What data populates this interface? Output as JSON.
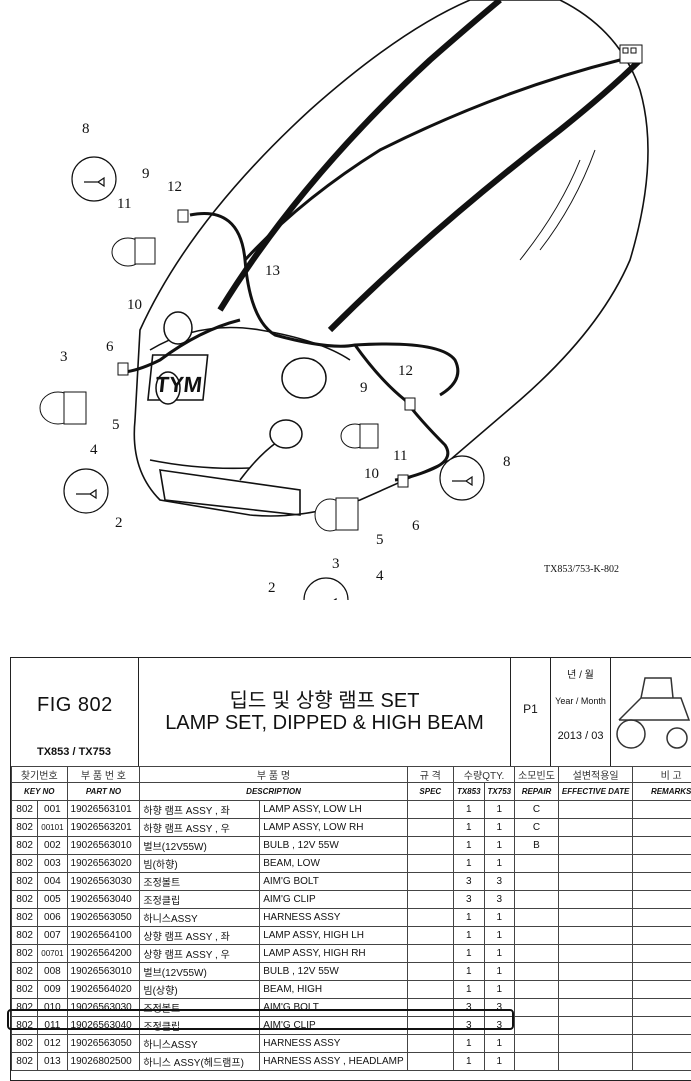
{
  "diagram": {
    "reference_code": "TX853/753-K-802",
    "callouts": [
      "8",
      "9",
      "11",
      "12",
      "10",
      "13",
      "3",
      "6",
      "5",
      "4",
      "2",
      "9",
      "12",
      "10",
      "11",
      "8",
      "6",
      "5",
      "3",
      "4",
      "2"
    ],
    "logo_text": "TYM"
  },
  "header": {
    "figure": "FIG 802",
    "models": "TX853 / TX753",
    "title_ko": "딥드 및 상향 램프 SET",
    "title_en": "LAMP SET, DIPPED & HIGH BEAM",
    "page": "P1",
    "year_month_ko": "년 / 월",
    "year_month_en": "Year / Month",
    "year_month_value": "2013 / 03"
  },
  "columns": {
    "ko": {
      "key": "찾기번호",
      "part": "부 품 번 호",
      "desc": "부 품 명",
      "spec": "규 격",
      "qty": "수량QTY.",
      "repair": "소모빈도",
      "date": "설변적용일",
      "remarks": "비 고"
    },
    "en": {
      "key": "KEY NO",
      "part": "PART NO",
      "desc": "DESCRIPTION",
      "spec": "SPEC",
      "tx853": "TX853",
      "tx753": "TX753",
      "repair": "REPAIR",
      "date": "EFFECTIVE DATE",
      "remarks": "REMARKS"
    }
  },
  "rows": [
    {
      "fig": "802",
      "key": "001",
      "part": "19026563101",
      "ko": "하향 램프 ASSY , 좌",
      "en": "LAMP ASSY, LOW LH",
      "q1": "1",
      "q2": "1",
      "repair": "C"
    },
    {
      "fig": "802",
      "key": "00101",
      "part": "19026563201",
      "ko": "하향 램프 ASSY , 우",
      "en": "LAMP ASSY, LOW RH",
      "q1": "1",
      "q2": "1",
      "repair": "C"
    },
    {
      "fig": "802",
      "key": "002",
      "part": "19026563010",
      "ko": "벌브(12V55W)",
      "en": "BULB , 12V 55W",
      "q1": "1",
      "q2": "1",
      "repair": "B"
    },
    {
      "fig": "802",
      "key": "003",
      "part": "19026563020",
      "ko": "빔(하향)",
      "en": "BEAM, LOW",
      "q1": "1",
      "q2": "1",
      "repair": ""
    },
    {
      "fig": "802",
      "key": "004",
      "part": "19026563030",
      "ko": "조정볼트",
      "en": "AIM'G BOLT",
      "q1": "3",
      "q2": "3",
      "repair": ""
    },
    {
      "fig": "802",
      "key": "005",
      "part": "19026563040",
      "ko": "조정클립",
      "en": "AIM'G CLIP",
      "q1": "3",
      "q2": "3",
      "repair": ""
    },
    {
      "fig": "802",
      "key": "006",
      "part": "19026563050",
      "ko": "하니스ASSY",
      "en": "HARNESS ASSY",
      "q1": "1",
      "q2": "1",
      "repair": ""
    },
    {
      "fig": "802",
      "key": "007",
      "part": "19026564100",
      "ko": "상향 램프 ASSY , 좌",
      "en": "LAMP ASSY, HIGH LH",
      "q1": "1",
      "q2": "1",
      "repair": ""
    },
    {
      "fig": "802",
      "key": "00701",
      "part": "19026564200",
      "ko": "상향 램프 ASSY , 우",
      "en": "LAMP ASSY, HIGH RH",
      "q1": "1",
      "q2": "1",
      "repair": ""
    },
    {
      "fig": "802",
      "key": "008",
      "part": "19026563010",
      "ko": "벌브(12V55W)",
      "en": "BULB , 12V 55W",
      "q1": "1",
      "q2": "1",
      "repair": ""
    },
    {
      "fig": "802",
      "key": "009",
      "part": "19026564020",
      "ko": "빔(상향)",
      "en": "BEAM, HIGH",
      "q1": "1",
      "q2": "1",
      "repair": ""
    },
    {
      "fig": "802",
      "key": "010",
      "part": "19026563030",
      "ko": "조정볼트",
      "en": "AIM'G BOLT",
      "q1": "3",
      "q2": "3",
      "repair": ""
    },
    {
      "fig": "802",
      "key": "011",
      "part": "19026563040",
      "ko": "조정클립",
      "en": "AIM'G CLIP",
      "q1": "3",
      "q2": "3",
      "repair": ""
    },
    {
      "fig": "802",
      "key": "012",
      "part": "19026563050",
      "ko": "하니스ASSY",
      "en": "HARNESS ASSY",
      "q1": "1",
      "q2": "1",
      "repair": ""
    },
    {
      "fig": "802",
      "key": "013",
      "part": "19026802500",
      "ko": "하니스 ASSY(헤드램프)",
      "en": "HARNESS ASSY , HEADLAMP",
      "q1": "1",
      "q2": "1",
      "repair": ""
    }
  ],
  "highlighted_row": "011"
}
